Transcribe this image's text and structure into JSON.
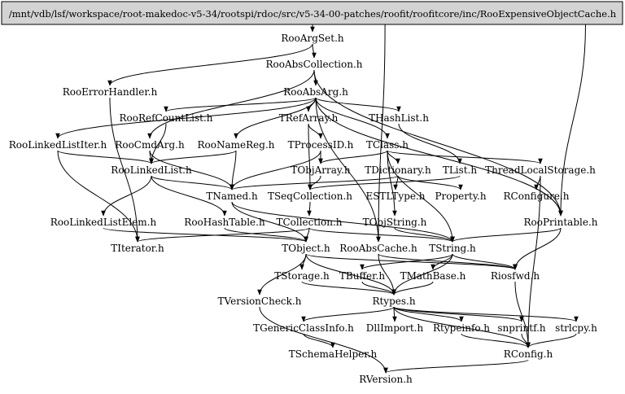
{
  "graph": {
    "root": "/mnt/vdb/lsf/workspace/root-makedoc-v5-34/rootspi/rdoc/src/v5-34-00-patches/roofit/roofitcore/inc/RooExpensiveObjectCache.h",
    "colors": {
      "root_fill": "#d3d3d3",
      "stroke": "#000000",
      "text": "#000000",
      "background": "#ffffff"
    },
    "nodes": [
      {
        "id": "RooArgSet",
        "label": "RooArgSet.h"
      },
      {
        "id": "RooAbsCollection",
        "label": "RooAbsCollection.h"
      },
      {
        "id": "RooErrorHandler",
        "label": "RooErrorHandler.h"
      },
      {
        "id": "RooAbsArg",
        "label": "RooAbsArg.h"
      },
      {
        "id": "RooRefCountList",
        "label": "RooRefCountList.h"
      },
      {
        "id": "TRefArray",
        "label": "TRefArray.h"
      },
      {
        "id": "THashList",
        "label": "THashList.h"
      },
      {
        "id": "RooLinkedListIter",
        "label": "RooLinkedListIter.h"
      },
      {
        "id": "RooCmdArg",
        "label": "RooCmdArg.h"
      },
      {
        "id": "RooNameReg",
        "label": "RooNameReg.h"
      },
      {
        "id": "TProcessID",
        "label": "TProcessID.h"
      },
      {
        "id": "TClass",
        "label": "TClass.h"
      },
      {
        "id": "RooLinkedList",
        "label": "RooLinkedList.h"
      },
      {
        "id": "TObjArray",
        "label": "TObjArray.h"
      },
      {
        "id": "TDictionary",
        "label": "TDictionary.h"
      },
      {
        "id": "TList",
        "label": "TList.h"
      },
      {
        "id": "ThreadLocalStorage",
        "label": "ThreadLocalStorage.h"
      },
      {
        "id": "TNamed",
        "label": "TNamed.h"
      },
      {
        "id": "TSeqCollection",
        "label": "TSeqCollection.h"
      },
      {
        "id": "ESTLType",
        "label": "ESTLType.h"
      },
      {
        "id": "Property",
        "label": "Property.h"
      },
      {
        "id": "RConfigure",
        "label": "RConfigure.h"
      },
      {
        "id": "RooLinkedListElem",
        "label": "RooLinkedListElem.h"
      },
      {
        "id": "RooHashTable",
        "label": "RooHashTable.h"
      },
      {
        "id": "TCollection",
        "label": "TCollection.h"
      },
      {
        "id": "TObjString",
        "label": "TObjString.h"
      },
      {
        "id": "RooPrintable",
        "label": "RooPrintable.h"
      },
      {
        "id": "TIterator",
        "label": "TIterator.h"
      },
      {
        "id": "TObject",
        "label": "TObject.h"
      },
      {
        "id": "RooAbsCache",
        "label": "RooAbsCache.h"
      },
      {
        "id": "TString",
        "label": "TString.h"
      },
      {
        "id": "TStorage",
        "label": "TStorage.h"
      },
      {
        "id": "TBuffer",
        "label": "TBuffer.h"
      },
      {
        "id": "TMathBase",
        "label": "TMathBase.h"
      },
      {
        "id": "Riosfwd",
        "label": "Riosfwd.h"
      },
      {
        "id": "TVersionCheck",
        "label": "TVersionCheck.h"
      },
      {
        "id": "Rtypes",
        "label": "Rtypes.h"
      },
      {
        "id": "TGenericClassInfo",
        "label": "TGenericClassInfo.h"
      },
      {
        "id": "DllImport",
        "label": "DllImport.h"
      },
      {
        "id": "Rtypeinfo",
        "label": "Rtypeinfo.h"
      },
      {
        "id": "snprintf",
        "label": "snprintf.h"
      },
      {
        "id": "strlcpy",
        "label": "strlcpy.h"
      },
      {
        "id": "TSchemaHelper",
        "label": "TSchemaHelper.h"
      },
      {
        "id": "RConfig",
        "label": "RConfig.h"
      },
      {
        "id": "RVersion",
        "label": "RVersion.h"
      }
    ],
    "edges": [
      [
        "ROOT",
        "RooArgSet"
      ],
      [
        "ROOT",
        "RooAbsCache"
      ],
      [
        "ROOT",
        "RooPrintable"
      ],
      [
        "RooArgSet",
        "RooAbsCollection"
      ],
      [
        "RooArgSet",
        "RooErrorHandler"
      ],
      [
        "RooAbsCollection",
        "RooAbsArg"
      ],
      [
        "RooAbsCollection",
        "RooCmdArg"
      ],
      [
        "RooAbsCollection",
        "RooPrintable"
      ],
      [
        "RooErrorHandler",
        "TIterator"
      ],
      [
        "RooAbsArg",
        "RooRefCountList"
      ],
      [
        "RooAbsArg",
        "TRefArray"
      ],
      [
        "RooAbsArg",
        "THashList"
      ],
      [
        "RooAbsArg",
        "RooLinkedListIter"
      ],
      [
        "RooAbsArg",
        "RooNameReg"
      ],
      [
        "RooAbsArg",
        "TClass"
      ],
      [
        "RooAbsArg",
        "RooPrintable"
      ],
      [
        "RooAbsArg",
        "RooAbsCache"
      ],
      [
        "RooRefCountList",
        "RooLinkedList"
      ],
      [
        "TRefArray",
        "TProcessID"
      ],
      [
        "TRefArray",
        "TSeqCollection"
      ],
      [
        "THashList",
        "TList"
      ],
      [
        "RooLinkedListIter",
        "RooLinkedList"
      ],
      [
        "RooLinkedListIter",
        "TIterator"
      ],
      [
        "RooCmdArg",
        "RooLinkedList"
      ],
      [
        "RooCmdArg",
        "TNamed"
      ],
      [
        "RooNameReg",
        "TNamed"
      ],
      [
        "RooNameReg",
        "RooLinkedList"
      ],
      [
        "TProcessID",
        "TNamed"
      ],
      [
        "TProcessID",
        "TObjArray"
      ],
      [
        "TClass",
        "TObjArray"
      ],
      [
        "TClass",
        "TDictionary"
      ],
      [
        "TClass",
        "ThreadLocalStorage"
      ],
      [
        "TClass",
        "TObjString"
      ],
      [
        "TClass",
        "TString"
      ],
      [
        "RooLinkedList",
        "TNamed"
      ],
      [
        "RooLinkedList",
        "RooLinkedListElem"
      ],
      [
        "RooLinkedList",
        "RooHashTable"
      ],
      [
        "TObjArray",
        "TSeqCollection"
      ],
      [
        "TDictionary",
        "ESTLType"
      ],
      [
        "TDictionary",
        "Property"
      ],
      [
        "TDictionary",
        "TNamed"
      ],
      [
        "TList",
        "TSeqCollection"
      ],
      [
        "ThreadLocalStorage",
        "RConfigure"
      ],
      [
        "ThreadLocalStorage",
        "RConfig"
      ],
      [
        "TNamed",
        "TObject"
      ],
      [
        "TNamed",
        "TString"
      ],
      [
        "TSeqCollection",
        "TCollection"
      ],
      [
        "TCollection",
        "TObject"
      ],
      [
        "TCollection",
        "TIterator"
      ],
      [
        "TCollection",
        "TString"
      ],
      [
        "TObjString",
        "TString"
      ],
      [
        "RooPrintable",
        "TString"
      ],
      [
        "RooPrintable",
        "Riosfwd"
      ],
      [
        "RooHashTable",
        "TObject"
      ],
      [
        "RooLinkedListElem",
        "TObject"
      ],
      [
        "TObject",
        "TStorage"
      ],
      [
        "TObject",
        "TVersionCheck"
      ],
      [
        "TObject",
        "Riosfwd"
      ],
      [
        "TObject",
        "Rtypes"
      ],
      [
        "RooAbsCache",
        "Rtypes"
      ],
      [
        "RooAbsCache",
        "Riosfwd"
      ],
      [
        "TString",
        "TMathBase"
      ],
      [
        "TString",
        "TBuffer"
      ],
      [
        "TString",
        "Rtypes"
      ],
      [
        "TString",
        "Riosfwd"
      ],
      [
        "TStorage",
        "Rtypes"
      ],
      [
        "TBuffer",
        "Rtypes"
      ],
      [
        "TMathBase",
        "Rtypes"
      ],
      [
        "Riosfwd",
        "RConfig"
      ],
      [
        "TVersionCheck",
        "RVersion"
      ],
      [
        "Rtypes",
        "TGenericClassInfo"
      ],
      [
        "Rtypes",
        "DllImport"
      ],
      [
        "Rtypes",
        "Rtypeinfo"
      ],
      [
        "Rtypes",
        "snprintf"
      ],
      [
        "Rtypes",
        "strlcpy"
      ],
      [
        "Rtypes",
        "RConfig"
      ],
      [
        "TGenericClassInfo",
        "TSchemaHelper"
      ],
      [
        "Rtypeinfo",
        "RConfig"
      ],
      [
        "snprintf",
        "RConfig"
      ],
      [
        "strlcpy",
        "RConfig"
      ],
      [
        "RConfig",
        "RVersion"
      ]
    ]
  }
}
